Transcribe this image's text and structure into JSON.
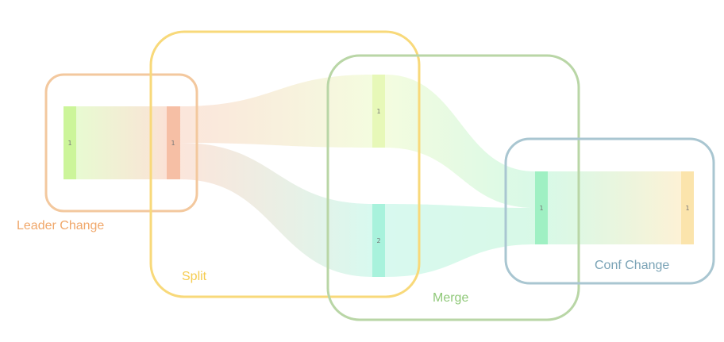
{
  "groups": [
    {
      "id": "leader-change",
      "label": "Leader Change",
      "color": "#f3c89e"
    },
    {
      "id": "split",
      "label": "Split",
      "color": "#f8d97a"
    },
    {
      "id": "merge",
      "label": "Merge",
      "color": "#b9d6a6"
    },
    {
      "id": "conf-change",
      "label": "Conf Change",
      "color": "#a9c6d1"
    }
  ],
  "group_label_colors": {
    "leader-change": "#f0a76a",
    "split": "#f5cc50",
    "merge": "#8fc878",
    "conf-change": "#7aa3b6"
  },
  "nodes": [
    {
      "id": "n1",
      "value": "1",
      "color": "#ccf59a"
    },
    {
      "id": "n2",
      "value": "1",
      "color": "#f6bfa5"
    },
    {
      "id": "n3",
      "value": "1",
      "color": "#e7f8b8"
    },
    {
      "id": "n4",
      "value": "2",
      "color": "#a8f2dc"
    },
    {
      "id": "n5",
      "value": "1",
      "color": "#9ff0c3"
    },
    {
      "id": "n6",
      "value": "1",
      "color": "#fbe4ac"
    }
  ],
  "links": [
    {
      "source": "n1",
      "target": "n2",
      "value": 1
    },
    {
      "source": "n2",
      "target": "n3",
      "value": 1
    },
    {
      "source": "n2",
      "target": "n4",
      "value": 1
    },
    {
      "source": "n3",
      "target": "n5",
      "value": 1
    },
    {
      "source": "n4",
      "target": "n5",
      "value": 1
    },
    {
      "source": "n5",
      "target": "n6",
      "value": 1
    }
  ]
}
